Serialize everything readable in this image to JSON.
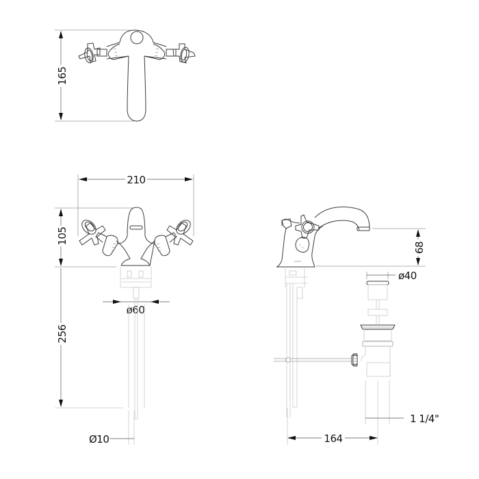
{
  "drawing": {
    "subject": "basin mixer tap technical drawing",
    "line_color": "#3a3a3a",
    "text_color": "#111111",
    "background": "#ffffff"
  },
  "views": {
    "top": {
      "dimensions": {
        "height": "165"
      }
    },
    "front": {
      "dimensions": {
        "width": "210",
        "height": "105",
        "base_diameter": "ø60",
        "under_length": "256",
        "pipe_diameter": "Ø10"
      }
    },
    "side": {
      "dimensions": {
        "spout_height": "68",
        "waste_diameter": "ø40",
        "depth": "164",
        "waste_thread": "1 1/4\""
      }
    }
  }
}
